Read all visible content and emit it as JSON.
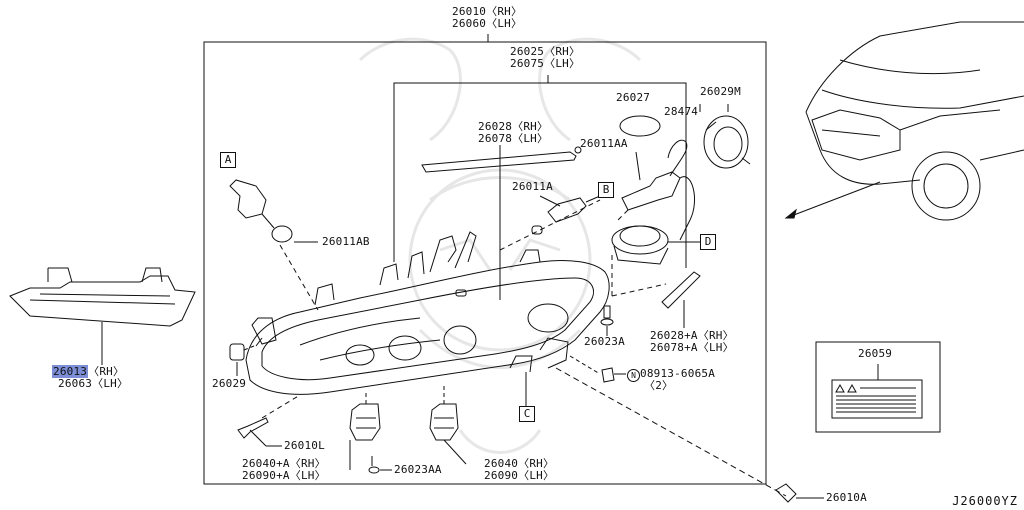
{
  "diagram": {
    "reference": "J26000YZ",
    "labels": {
      "assembly_rh": "26010〈RH〉",
      "assembly_lh": "26060〈LH〉",
      "housing_rh": "26025〈RH〉",
      "housing_lh": "26075〈LH〉",
      "trim_rh": "26028〈RH〉",
      "trim_lh": "26078〈LH〉",
      "cap": "26027",
      "bulb_aa": "26011AA",
      "part_28474": "28474",
      "ring": "26029M",
      "bulb_a": "26011A",
      "bulb_ab": "26011AB",
      "side_marker_rh": "26013",
      "side_marker_rh_suffix": "〈RH〉",
      "side_marker_lh": "26063〈LH〉",
      "socket": "26029",
      "screw_l": "26010L",
      "screw_a": "26023A",
      "trim_a_rh": "26028+A〈RH〉",
      "trim_a_lh": "26078+A〈LH〉",
      "nut": "08913-6065A",
      "nut_qty": "〈2〉",
      "nut_prefix": "N",
      "label_plate": "26059",
      "conn_a_rh": "26040+A〈RH〉",
      "conn_a_lh": "26090+A〈LH〉",
      "screw_aa": "26023AA",
      "conn_rh": "26040〈RH〉",
      "conn_lh": "26090〈LH〉",
      "bolt": "26010A",
      "box_a": "A",
      "box_b": "B",
      "box_c": "C",
      "box_d": "D"
    }
  }
}
